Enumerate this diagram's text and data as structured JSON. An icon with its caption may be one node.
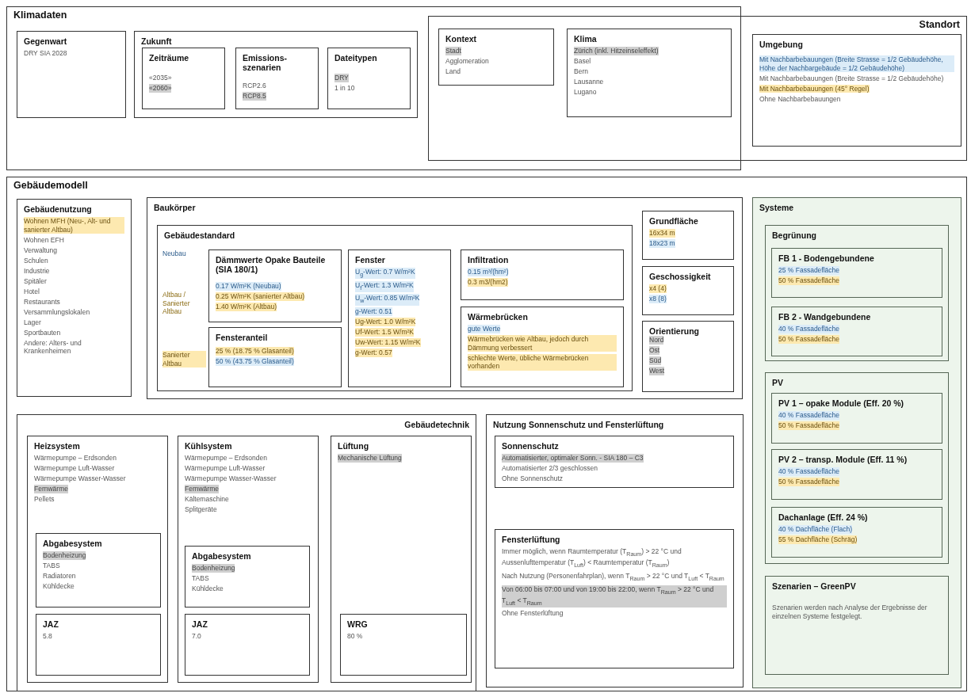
{
  "diagram": {
    "nodes": [
      {
        "text": [
          "Klimadaten"
        ]
      },
      {
        "text": [
          "Gegenwart",
          "DRY SIA 2028"
        ],
        "in": 0
      },
      {
        "text": [
          "Zukunft"
        ],
        "in": 0
      },
      {
        "text": [
          "Zeiträume",
          "«2035»",
          "«2060»"
        ],
        "in": 2
      },
      {
        "text": [
          "Emissions-szenarien",
          "RCP2.6",
          "RCP8.5"
        ],
        "in": 2
      },
      {
        "text": [
          "Dateitypen",
          "DRY",
          "1 in 10"
        ],
        "in": 2
      },
      {
        "text": [
          "Standort"
        ]
      },
      {
        "text": [
          "Kontext",
          "Stadt",
          "Agglomeration",
          "Land"
        ]
      },
      {
        "text": [
          "Klima",
          "Zürich (inkl. Hitzeinseleffekt)",
          "Basel",
          "Bern",
          "Lausanne",
          "Lugano"
        ]
      },
      {
        "text": [
          "Umgebung",
          "Mit Nachbarbebauungen (Breite Strasse = 1/2 Gebäudehöhe, Höhe der Nachbargebäude = 1/2 Gebäudehöhe)",
          "Mit Nachbarbebauungen (Breite Strasse = 1/2 Gebäudehöhe)",
          "Mit Nachbarbebauungen (45° Regel)",
          "Ohne Nachbarbebauungen"
        ],
        "in": 6
      },
      {
        "text": [
          "Gebäudemodell"
        ]
      },
      {
        "text": [
          "Gebäudenutzung",
          "Wohnen MFH (Neu-, Alt- und sanierter Altbau)",
          "Wohnen EFH",
          "Verwaltung",
          "Schulen",
          "Industrie",
          "Spitäler",
          "Hotel",
          "Restaurants",
          "Versammlungslokalen",
          "Lager",
          "Sportbauten",
          "Andere: Alters- und Krankenheimen"
        ],
        "in": 10
      },
      {
        "text": [
          "Baukörper"
        ],
        "in": 10
      },
      {
        "text": [
          "Gebäudestandard",
          "Neubau",
          "Altbau / Sanierter Altbau",
          "Sanierter Altbau"
        ],
        "in": 12
      },
      {
        "text": [
          "Dämmwerte Opake Bauteile (SIA 180/1)",
          "0.17 W/m²K (Neubau)",
          "0.25 W/m²K (sanierter Altbau)",
          "1.40 W/m²K (Altbau)"
        ],
        "in": 13
      },
      {
        "text": [
          "Fensteranteil",
          "25 % (18.75 % Glasanteil)",
          "50 % (43.75 % Glasanteil)"
        ],
        "in": 13
      },
      {
        "text": [
          "Fenster",
          "U$_{g}$-Wert: 0.7 W/m²K",
          "U$_{f}$-Wert: 1.3 W/m²K",
          "U$_{w}$-Wert: 0.85 W/m²K",
          "g-Wert: 0.51",
          "Ug-Wert: 1.0 W/m²K",
          "Uf-Wert: 1.5 W/m²K",
          "Uw-Wert: 1.15 W/m²K",
          "g-Wert: 0.57"
        ],
        "in": 13
      },
      {
        "text": [
          "Infiltration",
          "0.15 m³/(hm²)",
          "0.3 m3/(hm2)"
        ],
        "in": 13
      },
      {
        "text": [
          "Wärmebrücken",
          "gute Werte",
          "Wärmebrücken wie Altbau, jedoch durch Dämmung verbessert",
          "schlechte Werte, übliche Wärmebrücken vorhanden"
        ],
        "in": 13
      },
      {
        "text": [
          "Grundfläche",
          "16x34 m",
          "18x23 m"
        ],
        "in": 12
      },
      {
        "text": [
          "Geschossigkeit",
          "x4 (4)",
          "x8 (8)"
        ],
        "in": 12
      },
      {
        "text": [
          "Orientierung",
          "Nord",
          "Ost",
          "Süd",
          "West"
        ],
        "in": 12
      },
      {
        "text": [
          "Gebäudetechnik"
        ],
        "in": 10
      },
      {
        "text": [
          "Heizsystem",
          "Wärmepumpe – Erdsonden",
          "Wärmepumpe Luft-Wasser",
          "Wärmepumpe Wasser-Wasser",
          "Fernwärme",
          "Pellets"
        ],
        "in": 22
      },
      {
        "text": [
          "Abgabesystem",
          "Bodenheizung",
          "TABS",
          "Radiatoren",
          "Kühldecke"
        ],
        "in": 23
      },
      {
        "text": [
          "JAZ",
          "5.8"
        ],
        "in": 23
      },
      {
        "text": [
          "Kühlsystem",
          "Wärmepumpe – Erdsonden",
          "Wärmepumpe Luft-Wasser",
          "Wärmepumpe Wasser-Wasser",
          "Fernwärme",
          "Kältemaschine",
          "Splitgeräte"
        ],
        "in": 22
      },
      {
        "text": [
          "Abgabesystem",
          "Bodenheizung",
          "TABS",
          "Kühldecke"
        ],
        "in": 26
      },
      {
        "text": [
          "JAZ",
          "7.0"
        ],
        "in": 26
      },
      {
        "text": [
          "Lüftung",
          "Mechanische Lüftung"
        ],
        "in": 22
      },
      {
        "text": [
          "WRG",
          "80 %"
        ],
        "in": 29
      },
      {
        "text": [
          "Nutzung Sonnenschutz und Fensterlüftung"
        ],
        "in": 10
      },
      {
        "text": [
          "Sonnenschutz",
          "Automatisierter, optimaler Sonn. - SIA 180 – C3",
          "Automatisierter 2/3 geschlossen",
          "Ohne Sonnenschutz"
        ],
        "in": 31
      },
      {
        "text": [
          "Fensterlüftung",
          "Immer möglich, wenn Raumtemperatur (T$_{Raum}$) > 22 °C und Aussenlufttemperatur (T$_{Luft}$) < Raumtemperatur (T$_{Raum}$)",
          "Nach Nutzung (Personenfahrplan), wenn T$_{Raum}$ > 22 °C und T$_{Luft}$ < T$_{Raum}$",
          "Von 06:00 bis 07:00 und von 19:00 bis 22:00, wenn T$_{Raum}$ > 22 °C und T$_{Luft}$ < T$_{Raum}$",
          "Ohne Fensterlüftung"
        ],
        "in": 31
      },
      {
        "text": [
          "Systeme"
        ],
        "in": 10
      },
      {
        "text": [
          "Begrünung"
        ],
        "in": 34
      },
      {
        "text": [
          "FB 1 - Bodengebundene",
          "25 % Fassadefläche",
          "50 % Fassadefläche"
        ],
        "in": 35
      },
      {
        "text": [
          "FB 2 - Wandgebundene",
          "40 % Fassadefläche",
          "50 % Fassadefläche"
        ],
        "in": 35
      },
      {
        "text": [
          "PV"
        ],
        "in": 34
      },
      {
        "text": [
          "PV 1 – opake Module (Eff. 20 %)",
          "40 % Fassadefläche",
          "50 % Fassadefläche"
        ],
        "in": 38
      },
      {
        "text": [
          "PV 2 – transp. Module (Eff. 11 %)",
          "40 % Fassadefläche",
          "50 % Fassadefläche"
        ],
        "in": 38
      },
      {
        "text": [
          "Dachanlage (Eff. 24 %)",
          "40 % Dachfläche (Flach)",
          "55 % Dachfläche (Schräg)"
        ],
        "in": 38
      },
      {
        "text": [
          "Szenarien – GreenPV",
          "Szenarien werden nach Analyse der Ergebnisse der einzelnen Systeme festgelegt."
        ],
        "in": 34
      }
    ]
  }
}
